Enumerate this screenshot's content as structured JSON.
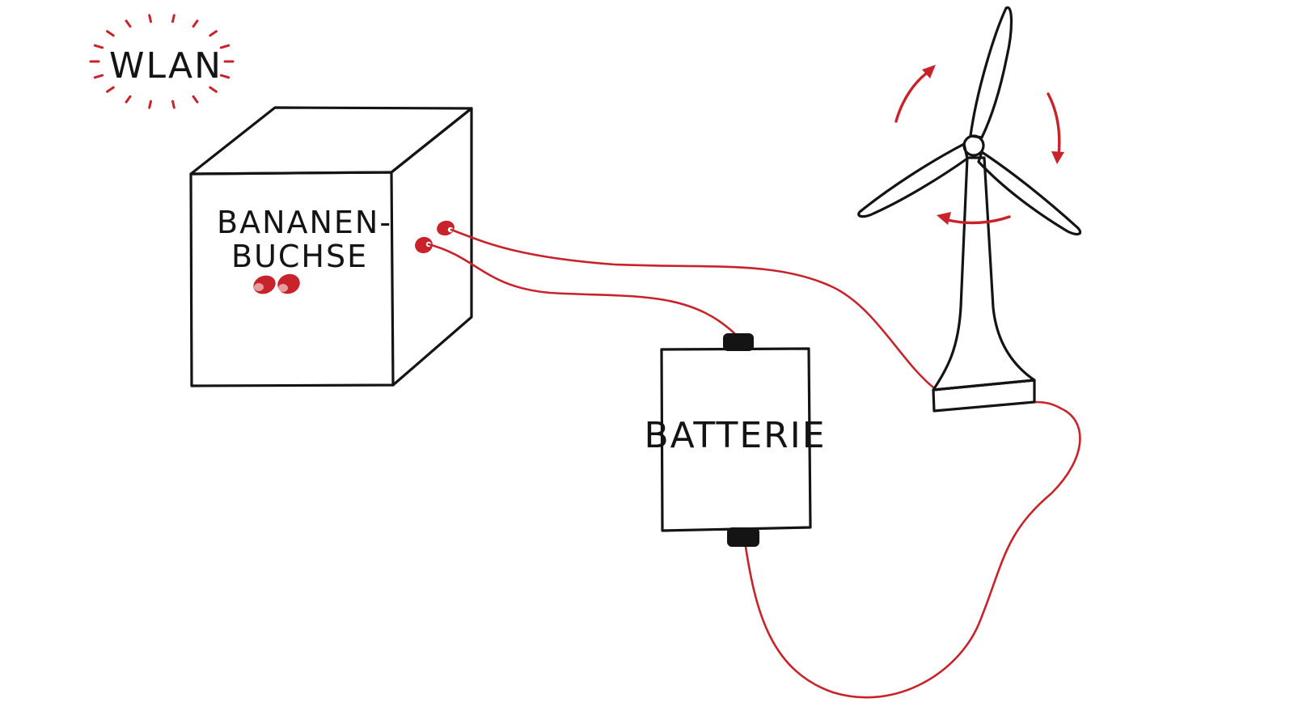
{
  "labels": {
    "wlan": "WLAN",
    "socket_line1": "BANANEN-",
    "socket_line2": "BUCHSE",
    "battery": "BATTERIE"
  },
  "colors": {
    "ink": "#141414",
    "accent": "#c8232b"
  },
  "icons": {
    "wlan": "wifi-burst-icon",
    "socket_plugs": "banana-plug-icon",
    "turbine": "wind-turbine-icon",
    "rotation": "rotation-arrow-icon"
  }
}
